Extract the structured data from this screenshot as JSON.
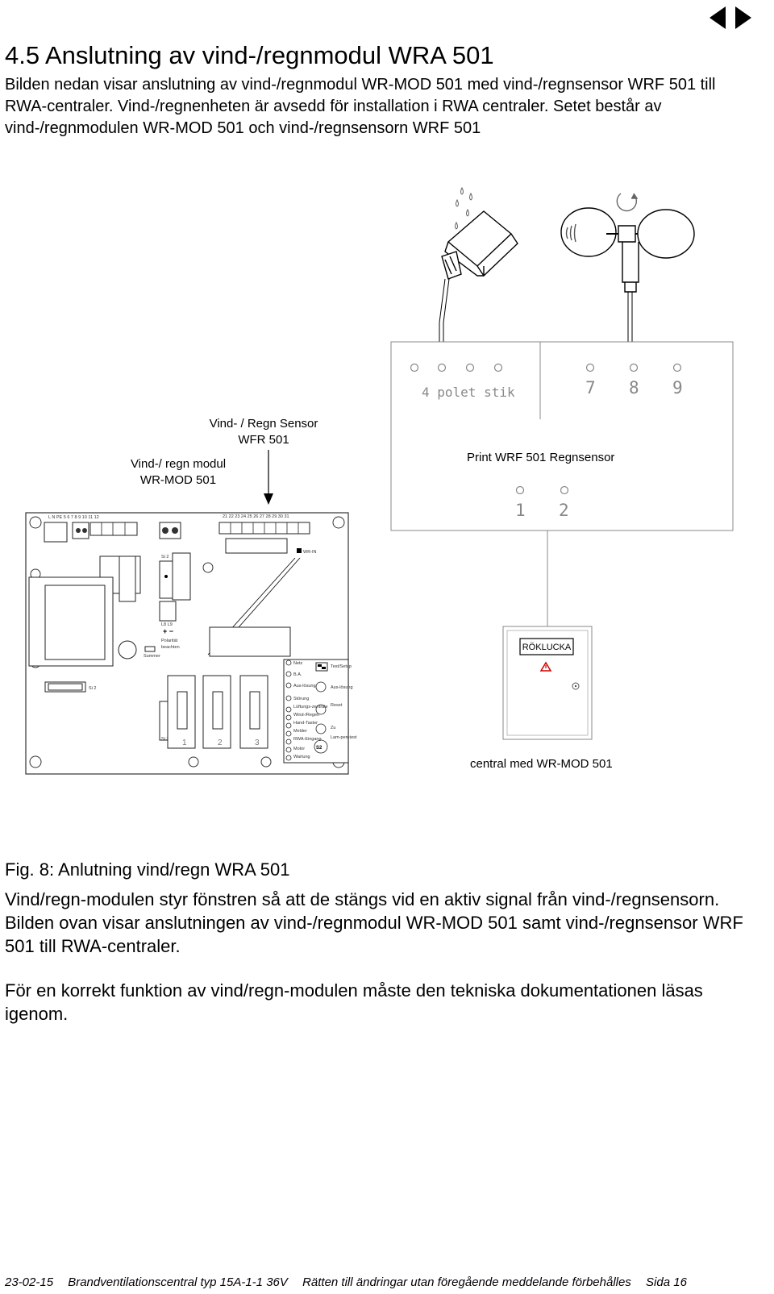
{
  "nav": {
    "icon": "double-arrow-nav-icon"
  },
  "section": {
    "heading": "4.5 Anslutning av vind-/regnmodul WRA 501",
    "intro": "Bilden nedan visar anslutning av vind-/regnmodul WR-MOD 501 med vind-/regnsensor WRF 501 till RWA-centraler. Vind-/regnenheten är avsedd för installation i RWA centraler. Setet består av vind-/regnmodulen WR-MOD 501 och vind-/regnsensorn WRF 501"
  },
  "figure": {
    "label_sensor_1": "Vind- / Regn Sensor",
    "label_sensor_2": "WFR 501",
    "label_module_1": "Vind-/ regn modul",
    "label_module_2": "WR-MOD 501",
    "label_print": "Print WRF 501 Regnsensor",
    "print_plug_text": "4 polet stik",
    "print_terminals_top": [
      "7",
      "8",
      "9"
    ],
    "print_terminals_bottom": [
      "1",
      "2"
    ],
    "roklucka": "RÖKLUCKA",
    "central_label": "central med WR-MOD 501",
    "pcb_terminal_row": "L   N   PE      5   6   7   8   9   10          11   12",
    "pcb_terminal_row2": "21  22  23  24  25  26  27  28  29  30  31",
    "pcb_si2": "Si 2",
    "pcb_wr_in": "WR-IN",
    "pcb_l8_l9": "L8  L9",
    "pcb_polaritat": "Polarität",
    "pcb_beachten": "beachten",
    "pcb_summer": "Summer",
    "pcb_si3": "Si 3",
    "pcb_fuse_numbers": [
      "1",
      "2",
      "3"
    ],
    "pcb_panel_labels": [
      "Netz",
      "B.A.",
      "Aus-lösung",
      "Störung",
      "Lüftungs-zentrale",
      "Wind-/Regen",
      "Hand-Taster",
      "Melder",
      "RWA-Eingang",
      "Motor",
      "Wartung"
    ],
    "pcb_panel_right": [
      "Test/Setup",
      "Aus-lösung",
      "Reset",
      "Zu",
      "Lam-pen-test"
    ],
    "pcb_s2": "S2"
  },
  "caption": "Fig. 8: Anlutning vind/regn WRA 501",
  "body": {
    "p1": "Vind/regn-modulen styr fönstren så att de stängs vid en aktiv signal från vind-/regnsensorn. Bilden ovan visar anslutningen av vind-/regnmodul WR-MOD 501 samt vind-/regnsensor WRF 501 till RWA-centraler.",
    "p2": "För en korrekt funktion av vind/regn-modulen måste den tekniska dokumentationen läsas igenom."
  },
  "footer": {
    "date": "23-02-15",
    "doc": "Brandventilationscentral typ 15A-1-1 36V",
    "rights": "Rätten till ändringar utan föregående meddelande förbehålles",
    "page": "Sida 16"
  }
}
